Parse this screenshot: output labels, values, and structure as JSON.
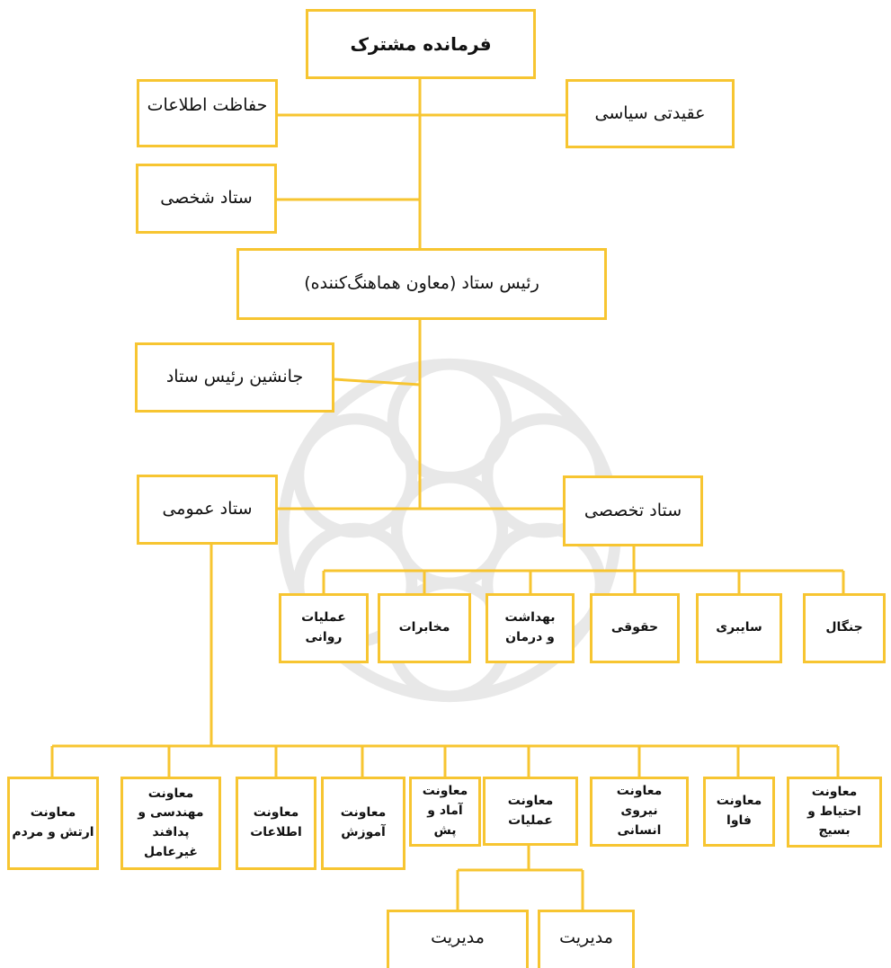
{
  "diagram": {
    "colors": {
      "box_border": "#f7c531",
      "connector": "#f7c531",
      "watermark": "#9a9a9a"
    },
    "top": {
      "commander": "فرمانده مشترک"
    },
    "side_units": {
      "intel_protection": "حفاظت اطلاعات",
      "ideological_political": "عقیدتی سیاسی",
      "personal_staff": "ستاد شخصی"
    },
    "chief_of_staff": "رئیس ستاد (معاون هماهنگ‌کننده)",
    "deputy_chief": "جانشین رئیس ستاد",
    "general_staff": "ستاد عمومی",
    "special_staff": "ستاد تخصصی",
    "special_units": [
      {
        "label": "جنگال"
      },
      {
        "label": "سایبری"
      },
      {
        "label": "حقوقی"
      },
      {
        "label": "بهداشت و درمان"
      },
      {
        "label": "مخابرات"
      },
      {
        "label": "عملیات روانی"
      }
    ],
    "deputies": [
      {
        "label": "معاونت احتیاط و بسیج"
      },
      {
        "label": "معاونت فاوا"
      },
      {
        "label": "معاونت نیروی انسانی"
      },
      {
        "label": "معاونت عملیات"
      },
      {
        "label": "معاونت آماد و پش"
      },
      {
        "label": "معاونت آموزش"
      },
      {
        "label": "معاونت اطلاعات"
      },
      {
        "label": "معاونت مهندسی و پدافند غیرعامل"
      },
      {
        "label": "معاونت ارتش و مردم"
      }
    ],
    "operations_children": [
      {
        "label": "مدیریت"
      },
      {
        "label": "مدیریت"
      }
    ]
  }
}
